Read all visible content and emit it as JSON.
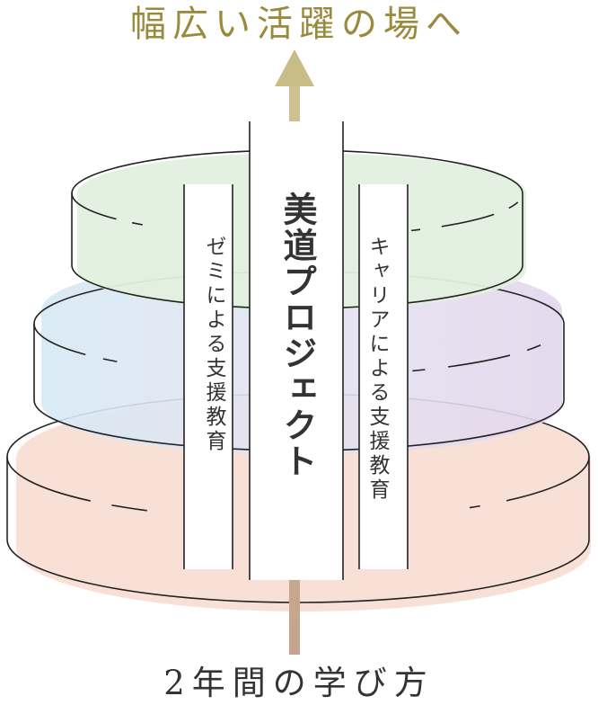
{
  "title_top": "幅広い活躍の場へ",
  "title_bottom": "2年間の学び方",
  "center_label": "美道プロジェクト",
  "left_label": "ゼミによる支援教育",
  "right_label": "キャリアによる支援教育",
  "colors": {
    "gold": "#9a8a3c",
    "arrow_top": "#c9bd86",
    "arrow_bottom": "#c7a88f",
    "tier_top": "#e2f0de",
    "tier_mid_left": "#d9ebf5",
    "tier_mid_right": "#e6dcef",
    "tier_bottom": "#f9ddd3",
    "outline": "#222222",
    "text": "#333333"
  }
}
